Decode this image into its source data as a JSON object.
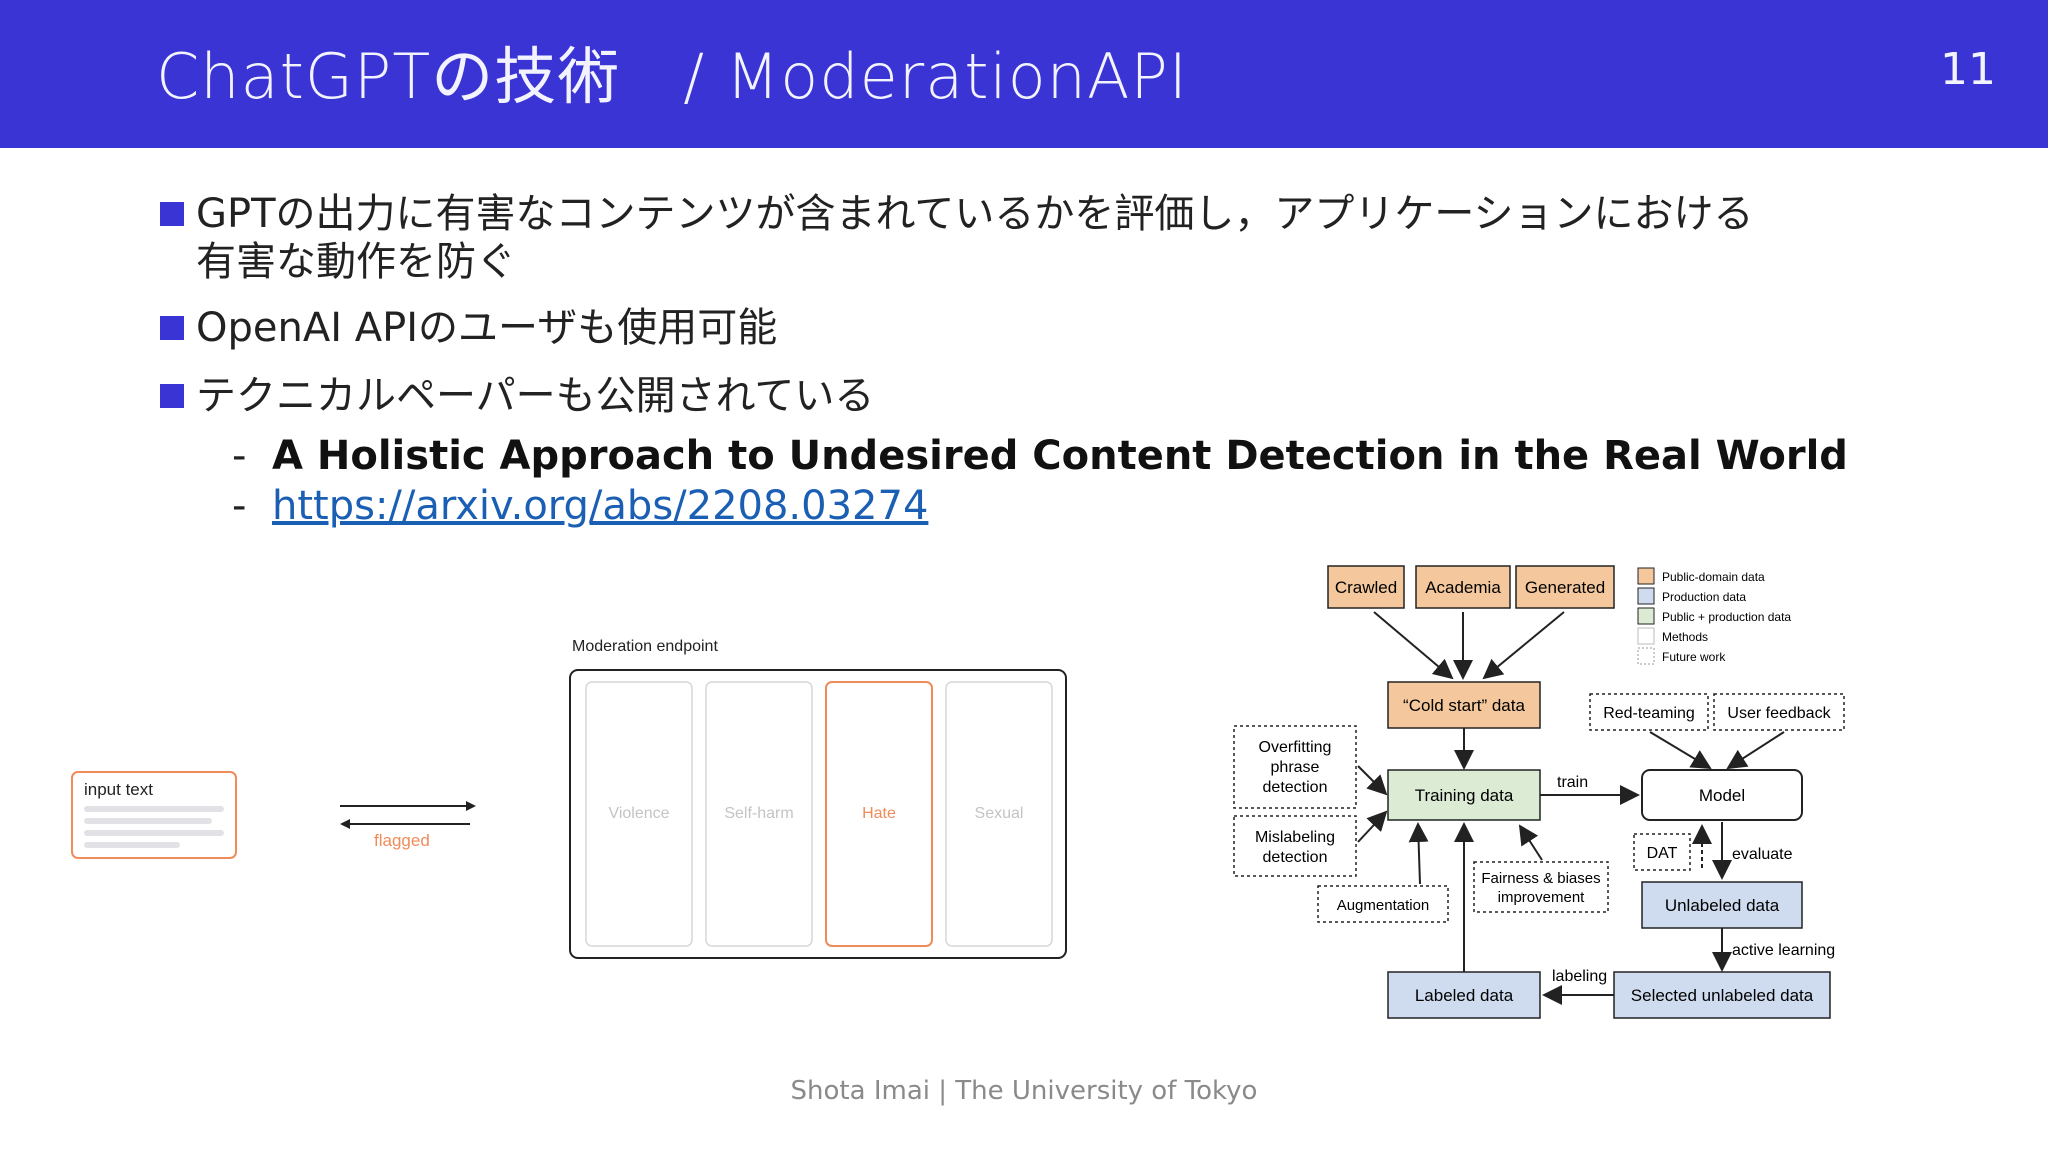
{
  "header": {
    "title": "ChatGPTの技術　/ ModerationAPI",
    "page_number": "11"
  },
  "bullets": [
    {
      "line1": "GPTの出力に有害なコンテンツが含まれているかを評価し，アプリケーションにおける",
      "line2": "有害な動作を防ぐ"
    },
    {
      "line1": "OpenAI APIのユーザも使用可能"
    },
    {
      "line1": "テクニカルペーパーも公開されている"
    }
  ],
  "subitems": {
    "dash": "-",
    "paper_title": "A Holistic Approach to Undesired Content Detection in the Real World",
    "paper_link": "https://arxiv.org/abs/2208.03274"
  },
  "moderation_figure": {
    "input_label": "input text",
    "flagged_label": "flagged",
    "endpoint_label": "Moderation endpoint",
    "categories": [
      "Violence",
      "Self-harm",
      "Hate",
      "Sexual"
    ],
    "highlighted_category": "Hate",
    "accent_color": "#f08c5a"
  },
  "pipeline_figure": {
    "sources": [
      "Crawled",
      "Academia",
      "Generated"
    ],
    "legend": [
      "Public-domain data",
      "Production data",
      "Public + production data",
      "Methods",
      "Future work"
    ],
    "cold_start": "“Cold start” data",
    "training_data": "Training data",
    "train": "train",
    "model": "Model",
    "red_teaming": "Red-teaming",
    "user_feedback": "User feedback",
    "overfitting": [
      "Overfitting",
      "phrase",
      "detection"
    ],
    "mislabeling": [
      "Mislabeling",
      "detection"
    ],
    "augmentation": "Augmentation",
    "fairness": [
      "Fairness & biases",
      "improvement"
    ],
    "dat": "DAT",
    "evaluate": "evaluate",
    "unlabeled": "Unlabeled data",
    "active_learning": "active learning",
    "labeled": "Labeled data",
    "labeling": "labeling",
    "selected": "Selected unlabeled data",
    "colors": {
      "public": "#f4c89c",
      "production": "#cfdcf0",
      "mixed": "#dcebd4"
    }
  },
  "footer": {
    "text": "Shota Imai | The University of Tokyo"
  }
}
